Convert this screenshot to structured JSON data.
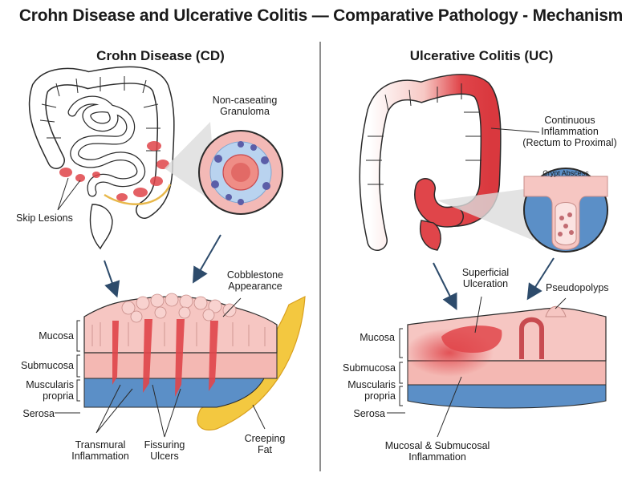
{
  "title": "Crohn Disease and Ulcerative Colitis — Comparative Pathology - Mechanism",
  "crohn": {
    "heading": "Crohn Disease (CD)",
    "granuloma": "Non-caseating\nGranuloma",
    "skip_lesions": "Skip Lesions",
    "cobblestone": "Cobblestone\nAppearance",
    "layers": {
      "mucosa": "Mucosa",
      "submucosa": "Submucosa",
      "muscularis": "Muscularis\npropria",
      "serosa": "Serosa"
    },
    "transmural": "Transmural\nInflammation",
    "fissuring": "Fissuring\nUlcers",
    "creeping_fat": "Creeping\nFat"
  },
  "uc": {
    "heading": "Ulcerative Colitis (UC)",
    "continuous": "Continuous\nInflammation\n(Rectum to Proximal)",
    "crypt_abscess": "Crypt Abscess",
    "superficial": "Superficial\nUlceration",
    "pseudopolyps": "Pseudopolyps",
    "layers": {
      "mucosa": "Mucosa",
      "submucosa": "Submucosa",
      "muscularis": "Muscularis\npropria",
      "serosa": "Serosa"
    },
    "mucosal_inflammation": "Mucosal & Submucosal\nInflammation"
  },
  "colors": {
    "inflamed": "#e0454a",
    "mucosa_pink": "#f6c6c2",
    "muscle_blue": "#5b8fc7",
    "fat_yellow": "#f3c840",
    "outline": "#2a2a2a",
    "arrow": "#2d4b6b"
  }
}
